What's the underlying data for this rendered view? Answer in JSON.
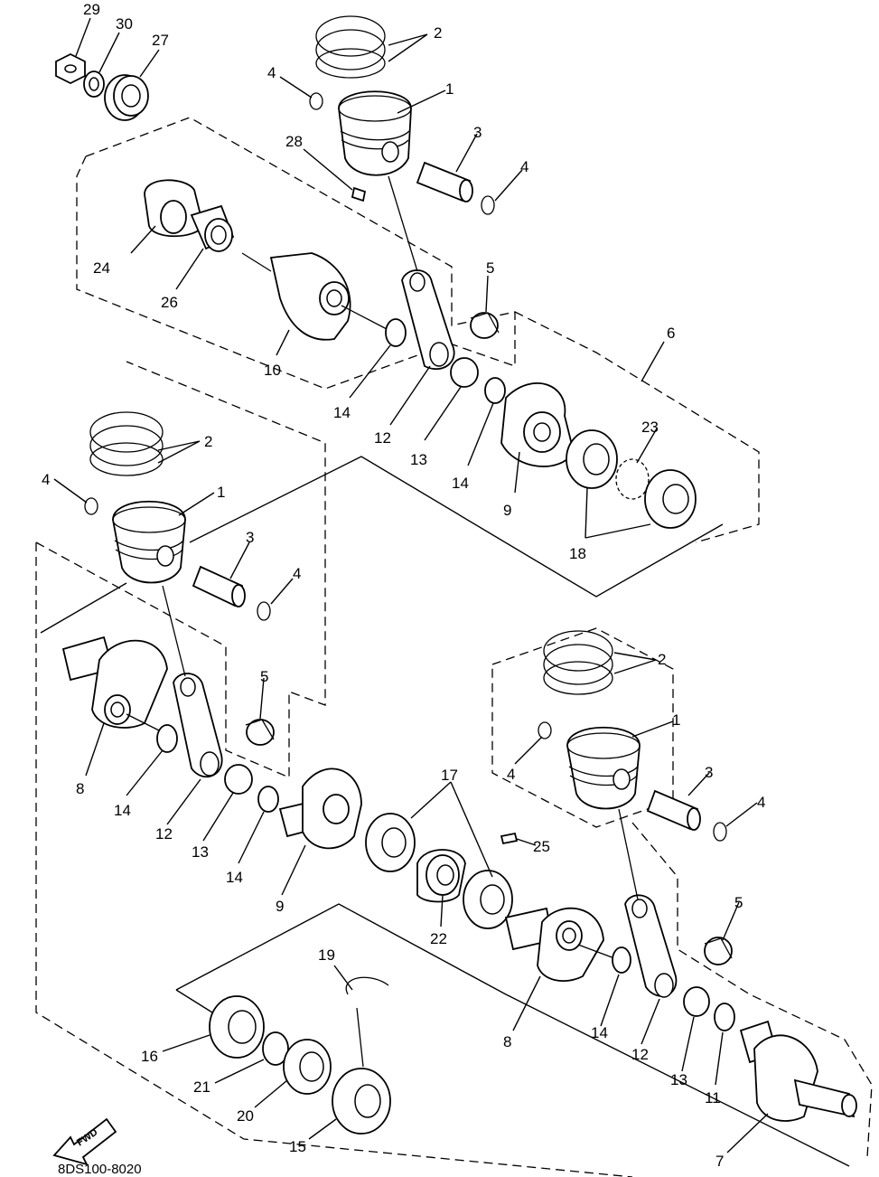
{
  "drawing": {
    "code": "8DS100-8020",
    "direction_marker": "FWD"
  },
  "callouts": [
    {
      "id": "c29",
      "label": "29"
    },
    {
      "id": "c30",
      "label": "30"
    },
    {
      "id": "c27",
      "label": "27"
    },
    {
      "id": "c2a",
      "label": "2"
    },
    {
      "id": "c4a",
      "label": "4"
    },
    {
      "id": "c1a",
      "label": "1"
    },
    {
      "id": "c28",
      "label": "28"
    },
    {
      "id": "c3a",
      "label": "3"
    },
    {
      "id": "c4b",
      "label": "4"
    },
    {
      "id": "c24",
      "label": "24"
    },
    {
      "id": "c26",
      "label": "26"
    },
    {
      "id": "c5a",
      "label": "5"
    },
    {
      "id": "c6",
      "label": "6"
    },
    {
      "id": "c10",
      "label": "10"
    },
    {
      "id": "c14a",
      "label": "14"
    },
    {
      "id": "c12a",
      "label": "12"
    },
    {
      "id": "c13a",
      "label": "13"
    },
    {
      "id": "c14b",
      "label": "14"
    },
    {
      "id": "c23",
      "label": "23"
    },
    {
      "id": "c9a",
      "label": "9"
    },
    {
      "id": "c18",
      "label": "18"
    },
    {
      "id": "c2b",
      "label": "2"
    },
    {
      "id": "c4c",
      "label": "4"
    },
    {
      "id": "c1b",
      "label": "1"
    },
    {
      "id": "c3b",
      "label": "3"
    },
    {
      "id": "c4d",
      "label": "4"
    },
    {
      "id": "c5b",
      "label": "5"
    },
    {
      "id": "c8a",
      "label": "8"
    },
    {
      "id": "c14c",
      "label": "14"
    },
    {
      "id": "c12b",
      "label": "12"
    },
    {
      "id": "c13b",
      "label": "13"
    },
    {
      "id": "c14d",
      "label": "14"
    },
    {
      "id": "c9b",
      "label": "9"
    },
    {
      "id": "c2c",
      "label": "2"
    },
    {
      "id": "c1c",
      "label": "1"
    },
    {
      "id": "c4e",
      "label": "4"
    },
    {
      "id": "c3c",
      "label": "3"
    },
    {
      "id": "c4f",
      "label": "4"
    },
    {
      "id": "c17",
      "label": "17"
    },
    {
      "id": "c25",
      "label": "25"
    },
    {
      "id": "c22",
      "label": "22"
    },
    {
      "id": "c5c",
      "label": "5"
    },
    {
      "id": "c19",
      "label": "19"
    },
    {
      "id": "c8b",
      "label": "8"
    },
    {
      "id": "c14e",
      "label": "14"
    },
    {
      "id": "c12c",
      "label": "12"
    },
    {
      "id": "c13c",
      "label": "13"
    },
    {
      "id": "c11",
      "label": "11"
    },
    {
      "id": "c16",
      "label": "16"
    },
    {
      "id": "c21",
      "label": "21"
    },
    {
      "id": "c20",
      "label": "20"
    },
    {
      "id": "c15",
      "label": "15"
    },
    {
      "id": "c7",
      "label": "7"
    }
  ]
}
